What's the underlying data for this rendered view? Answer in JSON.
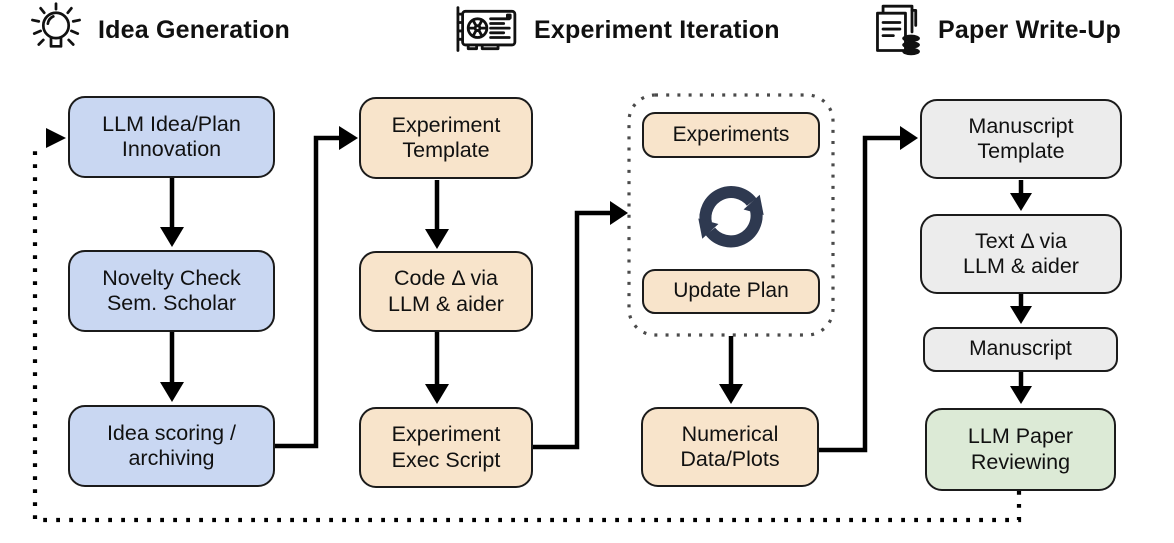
{
  "diagram": {
    "headers": [
      {
        "label": "Idea Generation",
        "icon": "lightbulb-icon"
      },
      {
        "label": "Experiment Iteration",
        "icon": "gpu-icon"
      },
      {
        "label": "Paper Write-Up",
        "icon": "paper-database-icon"
      }
    ],
    "nodes": [
      {
        "id": "llm-idea-plan-innovation",
        "label": "LLM Idea/Plan\nInnovation"
      },
      {
        "id": "novelty-check",
        "label": "Novelty Check\nSem. Scholar"
      },
      {
        "id": "idea-scoring",
        "label": "Idea scoring /\narchiving"
      },
      {
        "id": "experiment-template",
        "label": "Experiment\nTemplate"
      },
      {
        "id": "code-delta-via-llm-aider",
        "label": "Code Δ via\nLLM & aider"
      },
      {
        "id": "experiment-exec-script",
        "label": "Experiment\nExec Script"
      },
      {
        "id": "experiments",
        "label": "Experiments"
      },
      {
        "id": "update-plan",
        "label": "Update Plan"
      },
      {
        "id": "numerical-data-plots",
        "label": "Numerical\nData/Plots"
      },
      {
        "id": "manuscript-template",
        "label": "Manuscript\nTemplate"
      },
      {
        "id": "text-delta-via-llm-aider",
        "label": "Text Δ via\nLLM & aider"
      },
      {
        "id": "manuscript",
        "label": "Manuscript"
      },
      {
        "id": "llm-paper-reviewing",
        "label": "LLM Paper\nReviewing"
      }
    ],
    "colors": {
      "idea": "#c9d7f2",
      "experiment": "#f8e4cb",
      "paper": "#ececec",
      "review": "#dcead6",
      "cycle": "#2e3950",
      "line": "#000000",
      "dotted": "#4a4a4a"
    }
  }
}
